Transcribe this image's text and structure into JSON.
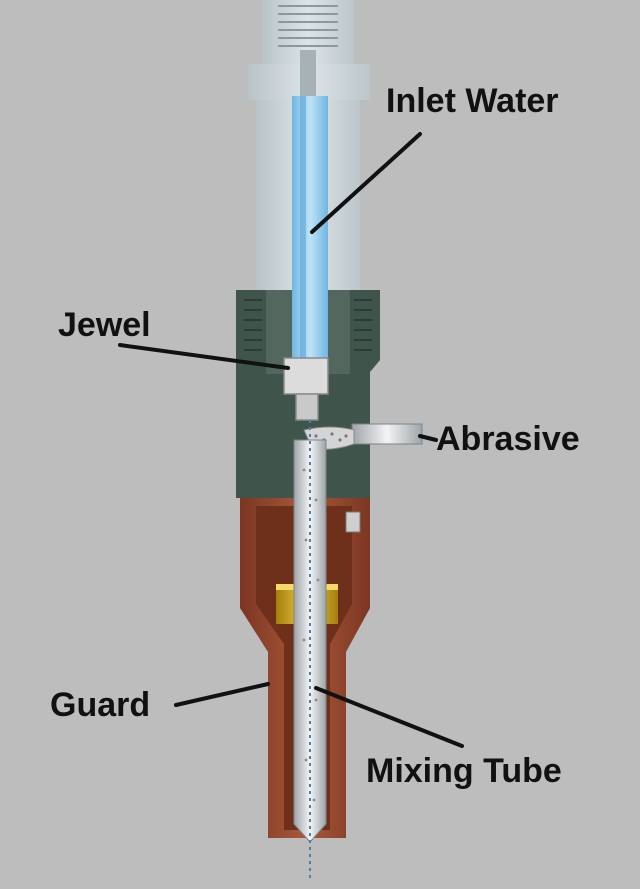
{
  "labels": {
    "inlet_water": "Inlet Water",
    "jewel": "Jewel",
    "abrasive": "Abrasive",
    "guard": "Guard",
    "mixing_tube": "Mixing Tube"
  },
  "colors": {
    "background": "#bdbdbd",
    "inlet_body": "#cdd6da",
    "water": "#8fc9ec",
    "mixing_chamber": "#3f544a",
    "guard": "#9a4a2e",
    "guard_dark": "#6e2f1b",
    "jewel_holder": "#dcdcdc",
    "retainer": "#d2a515",
    "mixing_tube": "#c8cdd0",
    "leader_line": "#111111"
  }
}
